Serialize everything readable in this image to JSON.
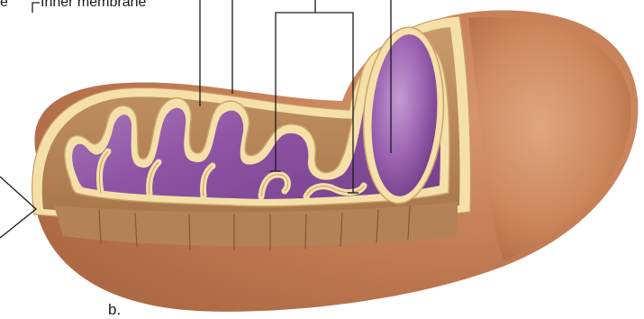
{
  "figure": {
    "panel_label": "b.",
    "labels": {
      "partial_left": "e",
      "inner_membrane": "Inner membrane"
    }
  },
  "colors": {
    "outer_membrane": "#c98259",
    "outer_membrane_light": "#e9b189",
    "outer_membrane_dark": "#8f4f2c",
    "membrane_rim": "#f4e0a8",
    "intermembrane_space": "#b8895e",
    "cristae_fold": "#d6b07c",
    "matrix": "#8f55a5",
    "matrix_light": "#c49bd2",
    "leader_line": "#1a1a1a"
  }
}
